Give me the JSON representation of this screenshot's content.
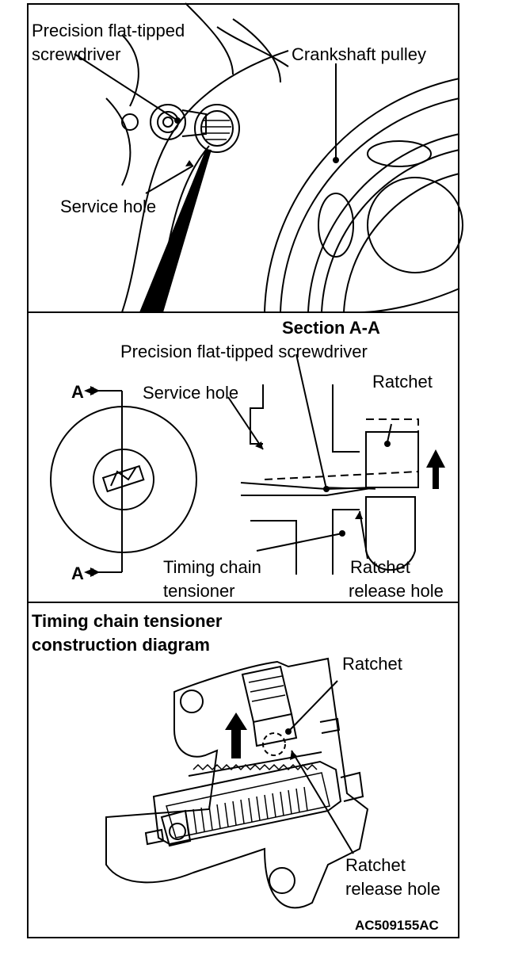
{
  "panel1": {
    "screwdriver_label_line1": "Precision flat-tipped",
    "screwdriver_label_line2": "screwdriver",
    "pulley_label": "Crankshaft pulley",
    "service_hole_label": "Service hole"
  },
  "panel2": {
    "section_title": "Section A-A",
    "screwdriver_label": "Precision flat-tipped screwdriver",
    "service_hole_label": "Service hole",
    "ratchet_label": "Ratchet",
    "section_marker_top": "A",
    "section_marker_bottom": "A",
    "tensioner_label_line1": "Timing chain",
    "tensioner_label_line2": "tensioner",
    "release_hole_label_line1": "Ratchet",
    "release_hole_label_line2": "release hole"
  },
  "panel3": {
    "title_line1": "Timing chain tensioner",
    "title_line2": "construction diagram",
    "ratchet_label": "Ratchet",
    "release_hole_label_line1": "Ratchet",
    "release_hole_label_line2": "release hole",
    "figure_code": "AC509155AC"
  }
}
